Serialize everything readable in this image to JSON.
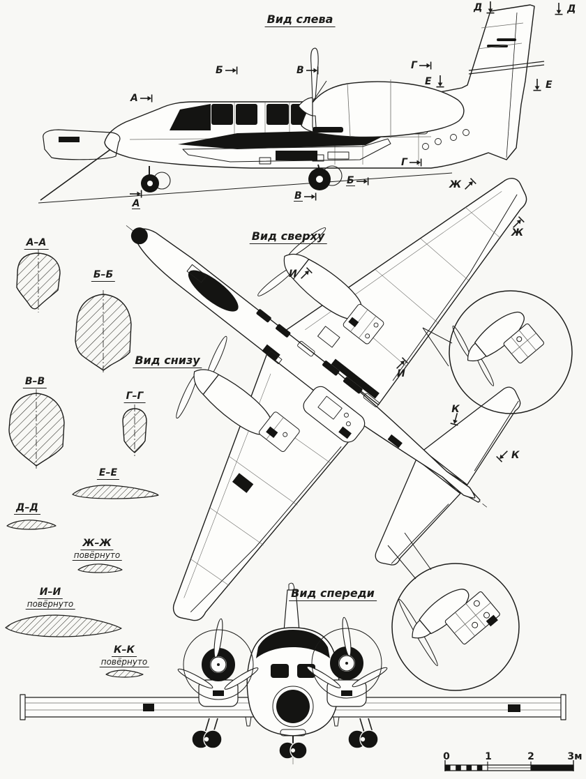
{
  "colors": {
    "ink": "#1d1d1b",
    "paper": "#f8f8f5",
    "fill_dark": "#141412"
  },
  "titles": {
    "side": "Вид слева",
    "top": "Вид сверху",
    "bottom": "Вид снизу",
    "front": "Вид спереди"
  },
  "letters": {
    "a": "А",
    "b": "Б",
    "v": "В",
    "g": "Г",
    "d": "Д",
    "e": "Е",
    "zh": "Ж",
    "i": "И",
    "k": "К"
  },
  "cross_sections": {
    "aa": {
      "label": "А–А"
    },
    "bb": {
      "label": "Б–Б"
    },
    "vv": {
      "label": "В–В"
    },
    "gg": {
      "label": "Г–Г"
    },
    "dd": {
      "label": "Д–Д"
    },
    "ee": {
      "label": "Е–Е"
    },
    "zhzh": {
      "label": "Ж–Ж",
      "note": "повёрнуто"
    },
    "ii": {
      "label": "И–И",
      "note": "повёрнуто"
    },
    "kk": {
      "label": "К–К",
      "note": "повёрнуто"
    }
  },
  "scale_bar": {
    "t0": "0",
    "t1": "1",
    "t2": "2",
    "t3": "3м"
  }
}
